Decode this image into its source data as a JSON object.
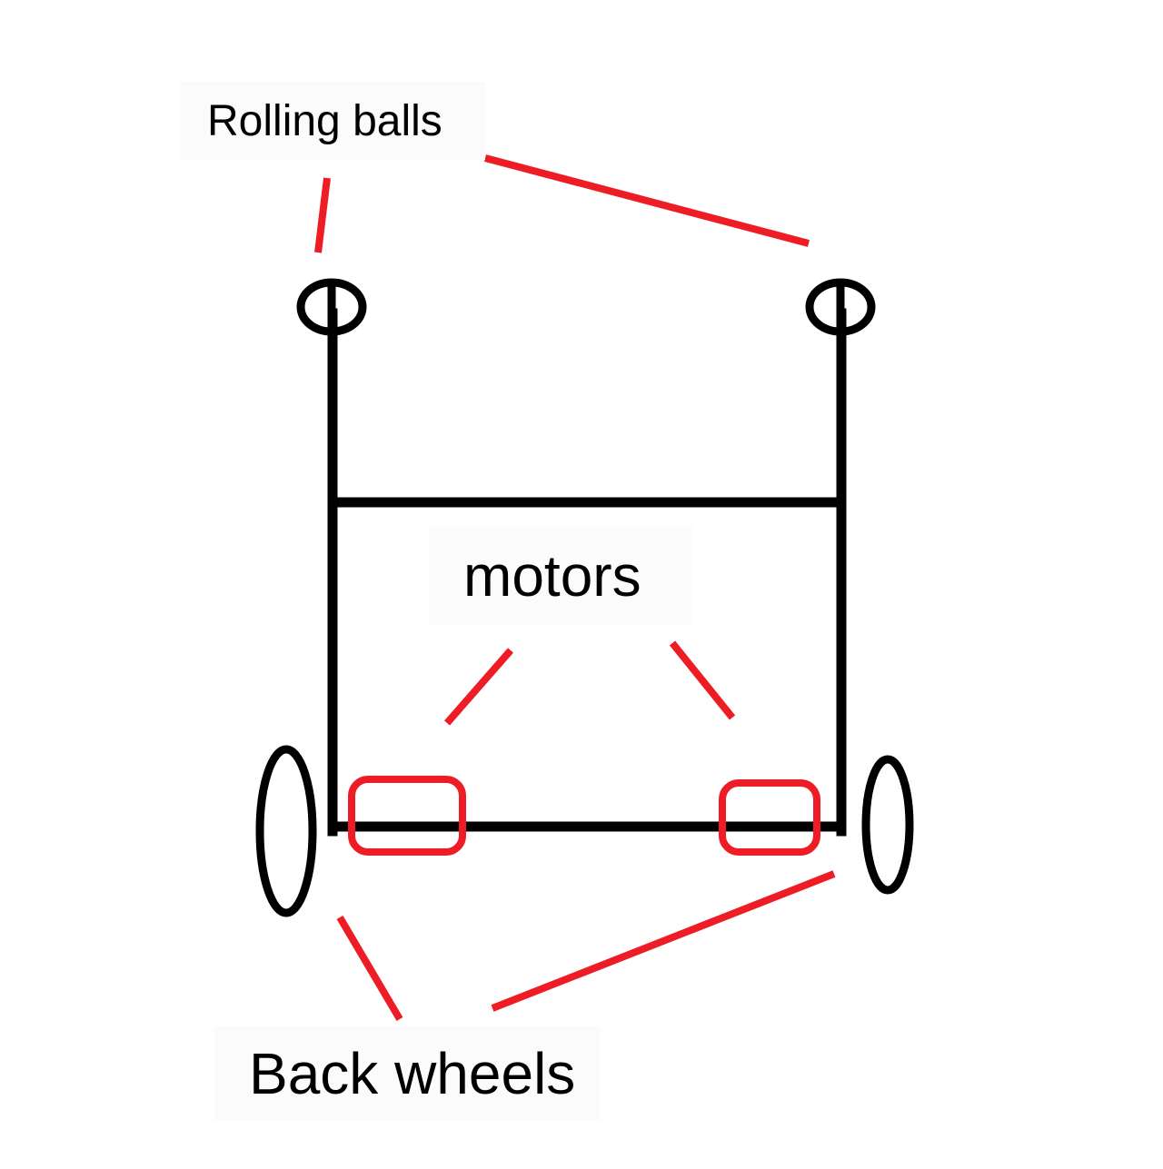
{
  "labels": {
    "rolling_balls": "Rolling balls",
    "motors": "motors",
    "back_wheels": "Back wheels"
  },
  "colors": {
    "frame": "#000000",
    "annotation": "#ee1c24",
    "label_background": "#fbfbfb"
  }
}
